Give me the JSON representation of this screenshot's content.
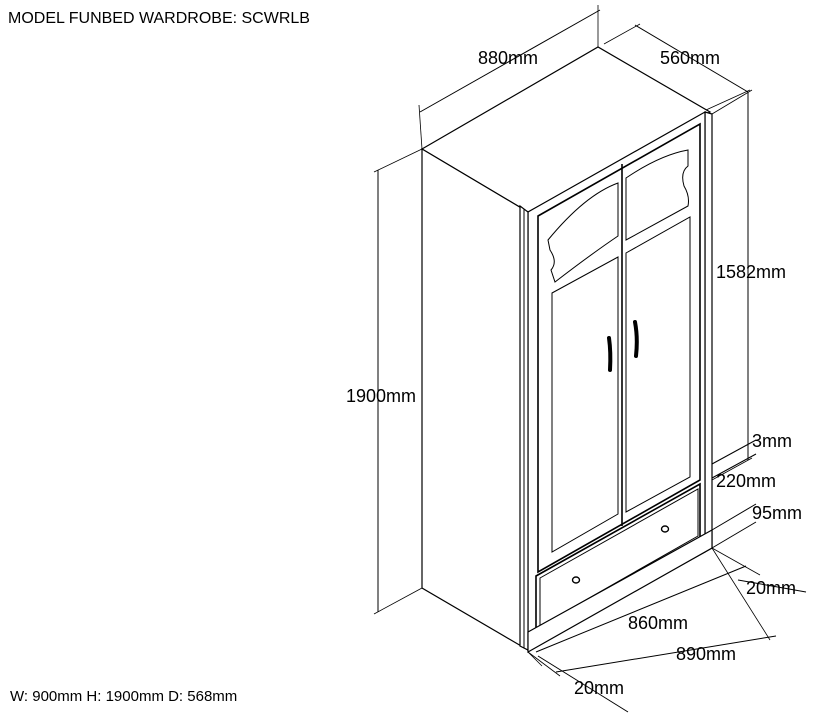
{
  "title": "MODEL FUNBED WARDROBE: SCWRLB",
  "footer": "W: 900mm H: 1900mm D: 568mm",
  "dimensions": {
    "width_top": "880mm",
    "depth_top": "560mm",
    "height_total": "1900mm",
    "height_door": "1582mm",
    "gap": "3mm",
    "drawer_height": "220mm",
    "plinth_height": "95mm",
    "side_thickness_right": "20mm",
    "inner_width": "860mm",
    "base_width": "890mm",
    "side_thickness_left": "20mm"
  }
}
